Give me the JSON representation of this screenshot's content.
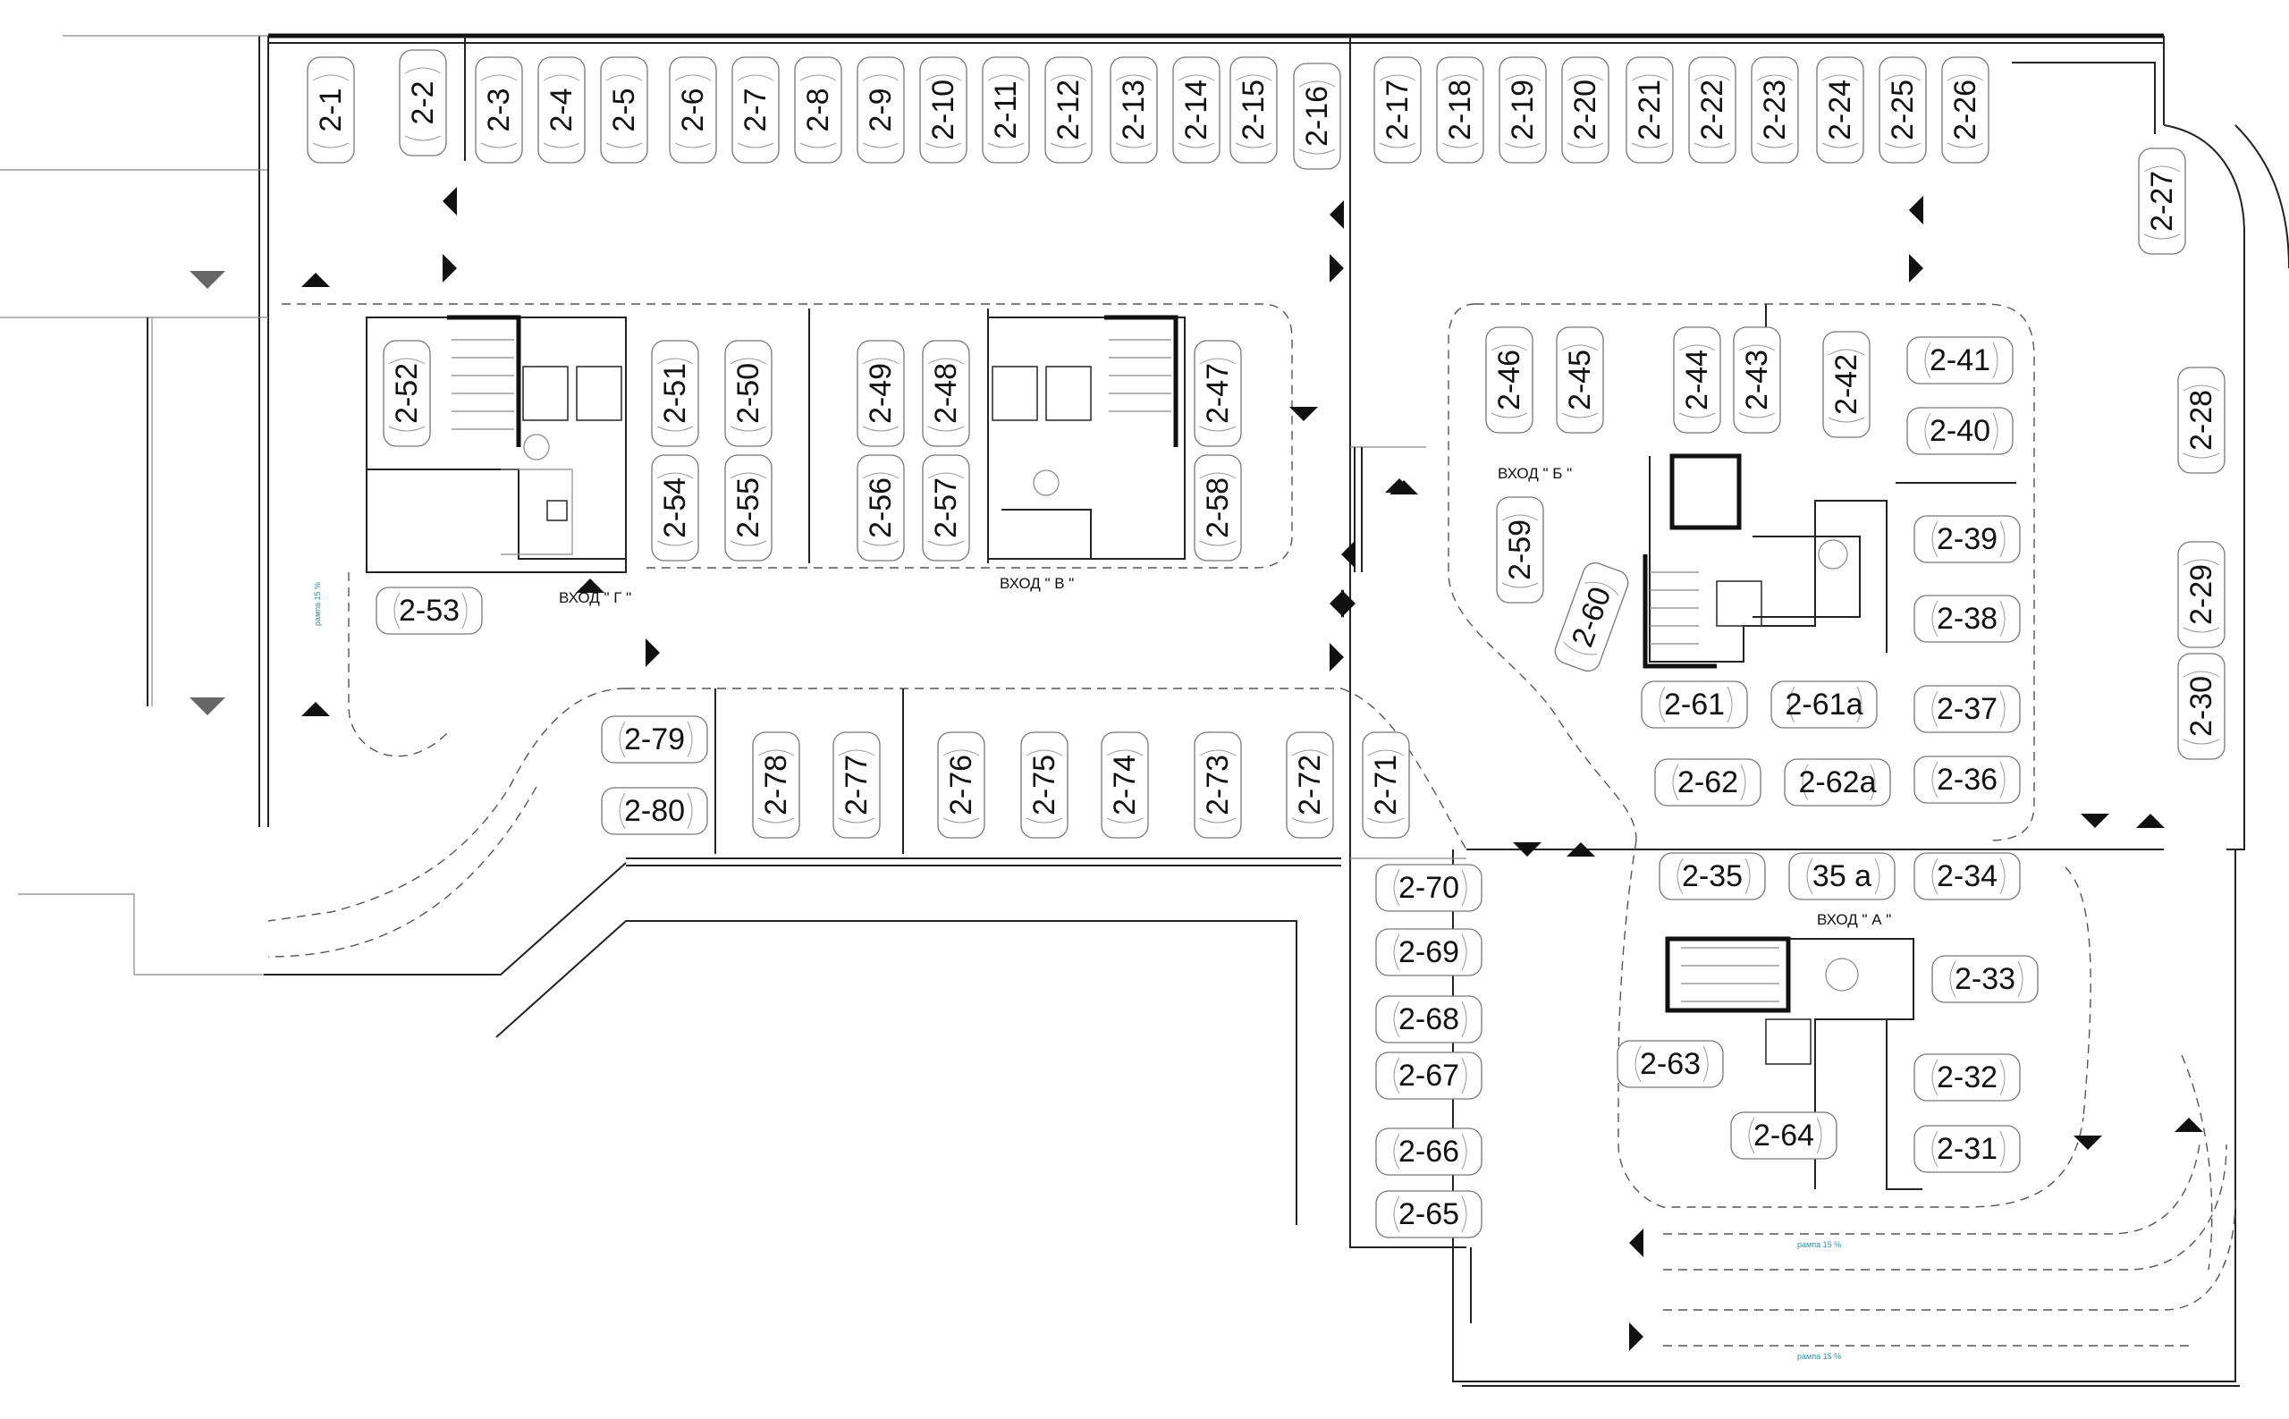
{
  "plan": {
    "entrances": {
      "a": "ВХОД \" А \"",
      "b": "ВХОД \" Б \"",
      "v": "ВХОД \" В \"",
      "g": "ВХОД \" Г \""
    },
    "ramp_label": "рампа 15 %",
    "spots": [
      {
        "id": "2-1",
        "orient": "v"
      },
      {
        "id": "2-2",
        "orient": "v"
      },
      {
        "id": "2-3",
        "orient": "v"
      },
      {
        "id": "2-4",
        "orient": "v"
      },
      {
        "id": "2-5",
        "orient": "v"
      },
      {
        "id": "2-6",
        "orient": "v"
      },
      {
        "id": "2-7",
        "orient": "v"
      },
      {
        "id": "2-8",
        "orient": "v"
      },
      {
        "id": "2-9",
        "orient": "v"
      },
      {
        "id": "2-10",
        "orient": "v"
      },
      {
        "id": "2-11",
        "orient": "v"
      },
      {
        "id": "2-12",
        "orient": "v"
      },
      {
        "id": "2-13",
        "orient": "v"
      },
      {
        "id": "2-14",
        "orient": "v"
      },
      {
        "id": "2-15",
        "orient": "v"
      },
      {
        "id": "2-16",
        "orient": "v"
      },
      {
        "id": "2-17",
        "orient": "v"
      },
      {
        "id": "2-18",
        "orient": "v"
      },
      {
        "id": "2-19",
        "orient": "v"
      },
      {
        "id": "2-20",
        "orient": "v"
      },
      {
        "id": "2-21",
        "orient": "v"
      },
      {
        "id": "2-22",
        "orient": "v"
      },
      {
        "id": "2-23",
        "orient": "v"
      },
      {
        "id": "2-24",
        "orient": "v"
      },
      {
        "id": "2-25",
        "orient": "v"
      },
      {
        "id": "2-26",
        "orient": "v"
      },
      {
        "id": "2-27",
        "orient": "v"
      },
      {
        "id": "2-28",
        "orient": "v"
      },
      {
        "id": "2-29",
        "orient": "v"
      },
      {
        "id": "2-30",
        "orient": "v"
      },
      {
        "id": "2-31",
        "orient": "h"
      },
      {
        "id": "2-32",
        "orient": "h"
      },
      {
        "id": "2-33",
        "orient": "h"
      },
      {
        "id": "2-34",
        "orient": "h"
      },
      {
        "id": "2-35",
        "orient": "h"
      },
      {
        "id": "35 а",
        "orient": "h"
      },
      {
        "id": "2-36",
        "orient": "h"
      },
      {
        "id": "2-37",
        "orient": "h"
      },
      {
        "id": "2-38",
        "orient": "h"
      },
      {
        "id": "2-39",
        "orient": "h"
      },
      {
        "id": "2-40",
        "orient": "h"
      },
      {
        "id": "2-41",
        "orient": "h"
      },
      {
        "id": "2-42",
        "orient": "v"
      },
      {
        "id": "2-43",
        "orient": "v"
      },
      {
        "id": "2-44",
        "orient": "v"
      },
      {
        "id": "2-45",
        "orient": "v"
      },
      {
        "id": "2-46",
        "orient": "v"
      },
      {
        "id": "2-47",
        "orient": "v"
      },
      {
        "id": "2-48",
        "orient": "v"
      },
      {
        "id": "2-49",
        "orient": "v"
      },
      {
        "id": "2-50",
        "orient": "v"
      },
      {
        "id": "2-51",
        "orient": "v"
      },
      {
        "id": "2-52",
        "orient": "v"
      },
      {
        "id": "2-53",
        "orient": "h"
      },
      {
        "id": "2-54",
        "orient": "v"
      },
      {
        "id": "2-55",
        "orient": "v"
      },
      {
        "id": "2-56",
        "orient": "v"
      },
      {
        "id": "2-57",
        "orient": "v"
      },
      {
        "id": "2-58",
        "orient": "v"
      },
      {
        "id": "2-59",
        "orient": "v"
      },
      {
        "id": "2-60",
        "orient": "v"
      },
      {
        "id": "2-61",
        "orient": "h"
      },
      {
        "id": "2-61а",
        "orient": "h"
      },
      {
        "id": "2-62",
        "orient": "h"
      },
      {
        "id": "2-62а",
        "orient": "h"
      },
      {
        "id": "2-63",
        "orient": "h"
      },
      {
        "id": "2-64",
        "orient": "h"
      },
      {
        "id": "2-65",
        "orient": "h"
      },
      {
        "id": "2-66",
        "orient": "h"
      },
      {
        "id": "2-67",
        "orient": "h"
      },
      {
        "id": "2-68",
        "orient": "h"
      },
      {
        "id": "2-69",
        "orient": "h"
      },
      {
        "id": "2-70",
        "orient": "h"
      },
      {
        "id": "2-71",
        "orient": "v"
      },
      {
        "id": "2-72",
        "orient": "v"
      },
      {
        "id": "2-73",
        "orient": "v"
      },
      {
        "id": "2-74",
        "orient": "v"
      },
      {
        "id": "2-75",
        "orient": "v"
      },
      {
        "id": "2-76",
        "orient": "v"
      },
      {
        "id": "2-77",
        "orient": "v"
      },
      {
        "id": "2-78",
        "orient": "v"
      },
      {
        "id": "2-79",
        "orient": "h"
      },
      {
        "id": "2-80",
        "orient": "h"
      }
    ],
    "arrows": [
      {
        "dir": "down",
        "tone": "grey"
      },
      {
        "dir": "down",
        "tone": "grey"
      },
      {
        "dir": "up",
        "tone": "dark"
      },
      {
        "dir": "up",
        "tone": "dark"
      },
      {
        "dir": "left",
        "tone": "dark"
      },
      {
        "dir": "right",
        "tone": "dark"
      },
      {
        "dir": "left",
        "tone": "dark"
      },
      {
        "dir": "right",
        "tone": "dark"
      },
      {
        "dir": "left",
        "tone": "dark"
      },
      {
        "dir": "right",
        "tone": "dark"
      },
      {
        "dir": "down",
        "tone": "dark"
      },
      {
        "dir": "up",
        "tone": "dark"
      },
      {
        "dir": "left",
        "tone": "dark"
      },
      {
        "dir": "right",
        "tone": "dark"
      },
      {
        "dir": "left",
        "tone": "dark"
      },
      {
        "dir": "right",
        "tone": "dark"
      },
      {
        "dir": "left",
        "tone": "dark"
      },
      {
        "dir": "right",
        "tone": "dark"
      },
      {
        "dir": "down",
        "tone": "dark"
      },
      {
        "dir": "up",
        "tone": "dark"
      },
      {
        "dir": "down",
        "tone": "dark"
      },
      {
        "dir": "up",
        "tone": "dark"
      },
      {
        "dir": "down",
        "tone": "dark"
      },
      {
        "dir": "up",
        "tone": "dark"
      },
      {
        "dir": "left",
        "tone": "dark"
      },
      {
        "dir": "right",
        "tone": "dark"
      },
      {
        "dir": "up",
        "tone": "dark"
      },
      {
        "dir": "up",
        "tone": "dark"
      }
    ]
  }
}
